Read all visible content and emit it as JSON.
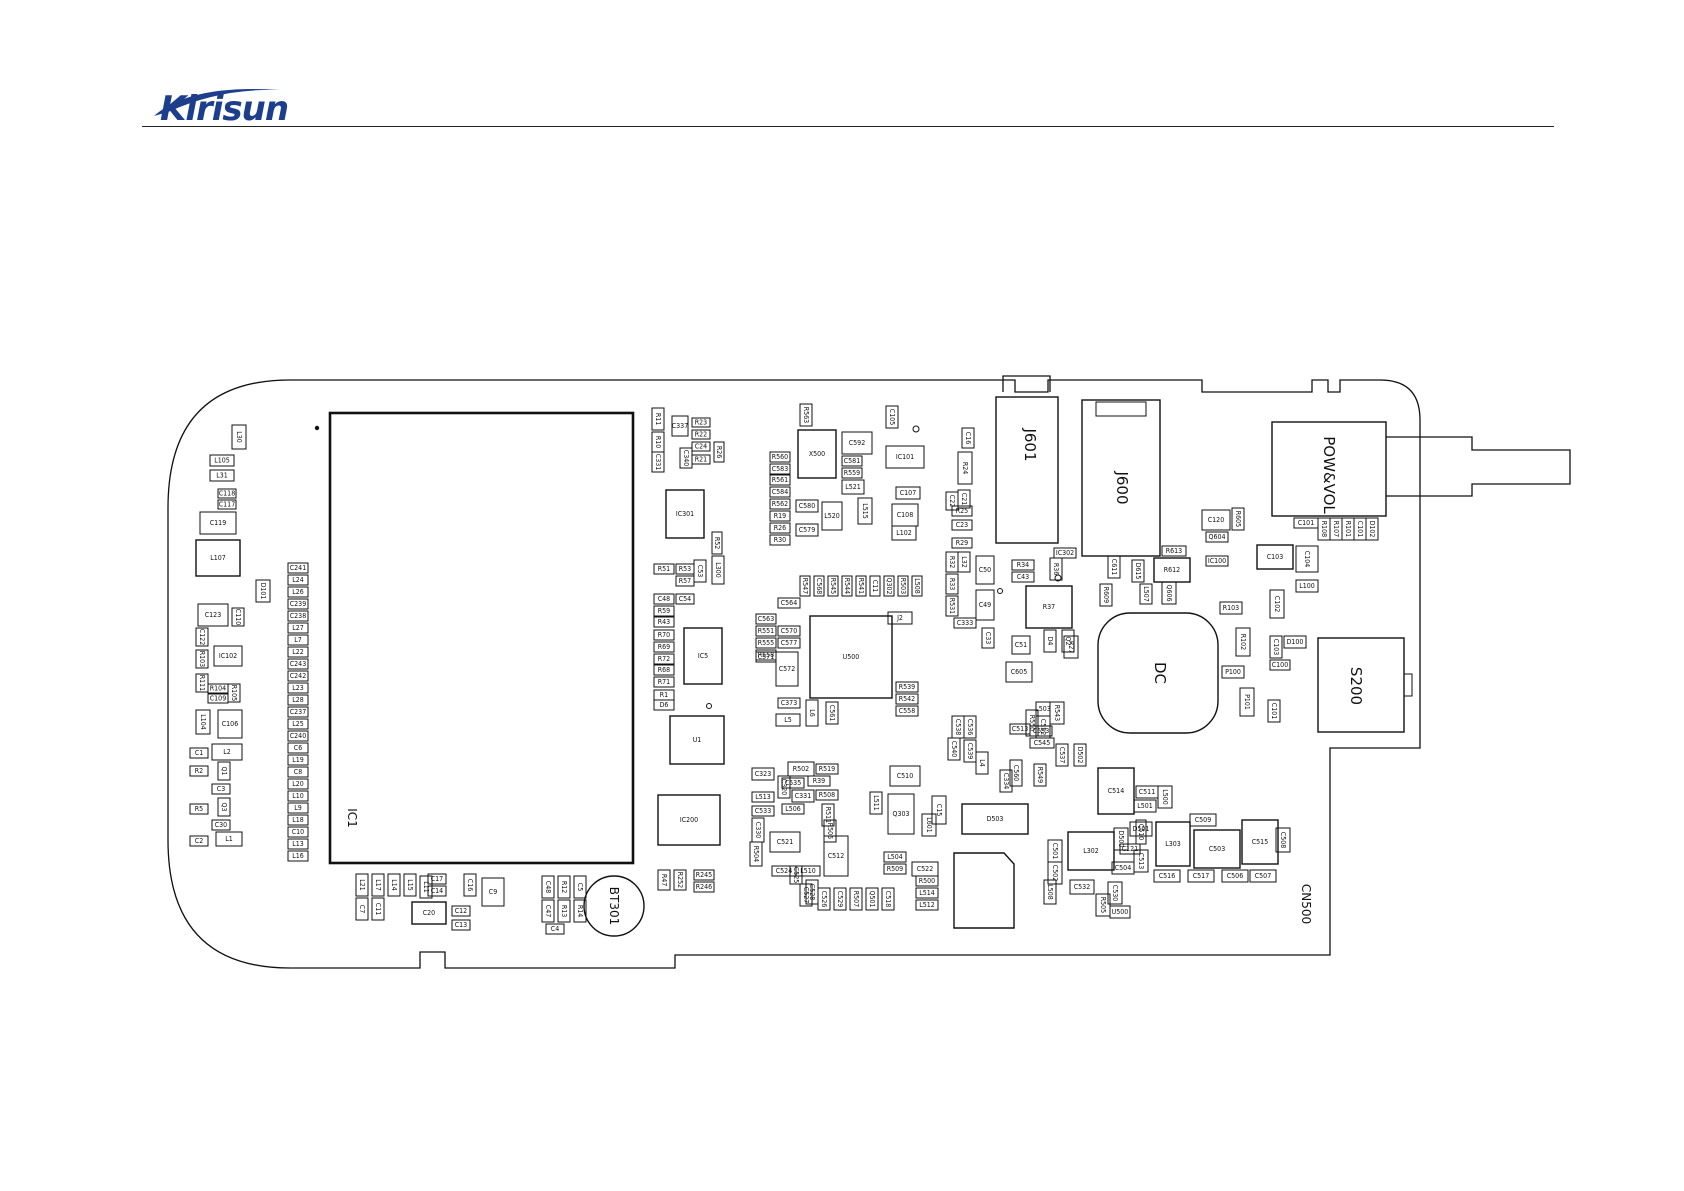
{
  "header": {
    "brand": "Kirisun"
  },
  "board": {
    "main_labels": {
      "ic1": "IC1",
      "bt301": "BT301",
      "j601": "J601",
      "j600": "J600",
      "dc": "DC",
      "pow_vol": "POW&VOL",
      "s200": "S200",
      "cn500": "CN500"
    },
    "components": [
      {
        "t": "L30"
      },
      {
        "t": "L105"
      },
      {
        "t": "L31"
      },
      {
        "t": "C118"
      },
      {
        "t": "C117"
      },
      {
        "t": "C119"
      },
      {
        "t": "L107"
      },
      {
        "t": "D101"
      },
      {
        "t": "C123"
      },
      {
        "t": "C110"
      },
      {
        "t": "C122"
      },
      {
        "t": "IC102"
      },
      {
        "t": "R103"
      },
      {
        "t": "R111"
      },
      {
        "t": "R104"
      },
      {
        "t": "C109"
      },
      {
        "t": "R105"
      },
      {
        "t": "L104"
      },
      {
        "t": "C106"
      },
      {
        "t": "C1"
      },
      {
        "t": "L2"
      },
      {
        "t": "R2"
      },
      {
        "t": "Q1"
      },
      {
        "t": "C3"
      },
      {
        "t": "R5"
      },
      {
        "t": "Q3"
      },
      {
        "t": "C30"
      },
      {
        "t": "C2"
      },
      {
        "t": "L1"
      },
      {
        "t": "C241"
      },
      {
        "t": "L24"
      },
      {
        "t": "L26"
      },
      {
        "t": "C239"
      },
      {
        "t": "C238"
      },
      {
        "t": "L27"
      },
      {
        "t": "L7"
      },
      {
        "t": "L22"
      },
      {
        "t": "C243"
      },
      {
        "t": "C242"
      },
      {
        "t": "L23"
      },
      {
        "t": "L28"
      },
      {
        "t": "C237"
      },
      {
        "t": "L25"
      },
      {
        "t": "C240"
      },
      {
        "t": "C6"
      },
      {
        "t": "L19"
      },
      {
        "t": "C8"
      },
      {
        "t": "L20"
      },
      {
        "t": "L10"
      },
      {
        "t": "L9"
      },
      {
        "t": "L18"
      },
      {
        "t": "C10"
      },
      {
        "t": "L13"
      },
      {
        "t": "L16"
      },
      {
        "t": "L21"
      },
      {
        "t": "C7"
      },
      {
        "t": "L17"
      },
      {
        "t": "C11"
      },
      {
        "t": "L14"
      },
      {
        "t": "L15"
      },
      {
        "t": "C17"
      },
      {
        "t": "C14"
      },
      {
        "t": "L11"
      },
      {
        "t": "C16"
      },
      {
        "t": "C20"
      },
      {
        "t": "C12"
      },
      {
        "t": "C13"
      },
      {
        "t": "C9"
      },
      {
        "t": "C48"
      },
      {
        "t": "C47"
      },
      {
        "t": "R12"
      },
      {
        "t": "R13"
      },
      {
        "t": "C5"
      },
      {
        "t": "R14"
      },
      {
        "t": "C4"
      },
      {
        "t": "R11"
      },
      {
        "t": "C337"
      },
      {
        "t": "R23"
      },
      {
        "t": "R22"
      },
      {
        "t": "C24"
      },
      {
        "t": "R21"
      },
      {
        "t": "R26"
      },
      {
        "t": "R10"
      },
      {
        "t": "C331"
      },
      {
        "t": "C340"
      },
      {
        "t": "IC301"
      },
      {
        "t": "R52"
      },
      {
        "t": "L300"
      },
      {
        "t": "R51"
      },
      {
        "t": "R53"
      },
      {
        "t": "C53"
      },
      {
        "t": "R57"
      },
      {
        "t": "C48"
      },
      {
        "t": "C54"
      },
      {
        "t": "R59"
      },
      {
        "t": "R43"
      },
      {
        "t": "R70"
      },
      {
        "t": "R69"
      },
      {
        "t": "R72"
      },
      {
        "t": "R68"
      },
      {
        "t": "R71"
      },
      {
        "t": "R1"
      },
      {
        "t": "D6"
      },
      {
        "t": "IC5"
      },
      {
        "t": "U1"
      },
      {
        "t": "IC200"
      },
      {
        "t": "R47"
      },
      {
        "t": "R252"
      },
      {
        "t": "R245"
      },
      {
        "t": "R246"
      },
      {
        "t": "R563"
      },
      {
        "t": "X500"
      },
      {
        "t": "C592"
      },
      {
        "t": "C105"
      },
      {
        "t": "IC101"
      },
      {
        "t": "R560"
      },
      {
        "t": "C583"
      },
      {
        "t": "R561"
      },
      {
        "t": "C584"
      },
      {
        "t": "R562"
      },
      {
        "t": "R19"
      },
      {
        "t": "R26"
      },
      {
        "t": "R30"
      },
      {
        "t": "C581"
      },
      {
        "t": "R559"
      },
      {
        "t": "L521"
      },
      {
        "t": "C580"
      },
      {
        "t": "C579"
      },
      {
        "t": "L520"
      },
      {
        "t": "L515"
      },
      {
        "t": "C107"
      },
      {
        "t": "C108"
      },
      {
        "t": "L102"
      },
      {
        "t": "C564"
      },
      {
        "t": "C563"
      },
      {
        "t": "R551"
      },
      {
        "t": "R555"
      },
      {
        "t": "C570"
      },
      {
        "t": "R558"
      },
      {
        "t": "C577"
      },
      {
        "t": "C571"
      },
      {
        "t": "C572"
      },
      {
        "t": "U500"
      },
      {
        "t": "C373"
      },
      {
        "t": "L5"
      },
      {
        "t": "L6"
      },
      {
        "t": "C561"
      },
      {
        "t": "R539"
      },
      {
        "t": "R542"
      },
      {
        "t": "C558"
      },
      {
        "t": "J2"
      },
      {
        "t": "R547"
      },
      {
        "t": "C568"
      },
      {
        "t": "R545"
      },
      {
        "t": "R544"
      },
      {
        "t": "R541"
      },
      {
        "t": "C11"
      },
      {
        "t": "Q302"
      },
      {
        "t": "R503"
      },
      {
        "t": "L508"
      },
      {
        "t": "C323"
      },
      {
        "t": "C320"
      },
      {
        "t": "R502"
      },
      {
        "t": "R519"
      },
      {
        "t": "L513"
      },
      {
        "t": "C535"
      },
      {
        "t": "R39"
      },
      {
        "t": "C331"
      },
      {
        "t": "R508"
      },
      {
        "t": "C533"
      },
      {
        "t": "L506"
      },
      {
        "t": "L511"
      },
      {
        "t": "R511"
      },
      {
        "t": "Q303"
      },
      {
        "t": "R505"
      },
      {
        "t": "C330"
      },
      {
        "t": "C521"
      },
      {
        "t": "R504"
      },
      {
        "t": "C524"
      },
      {
        "t": "L510"
      },
      {
        "t": "C525"
      },
      {
        "t": "C528"
      },
      {
        "t": "C527"
      },
      {
        "t": "C526"
      },
      {
        "t": "C529"
      },
      {
        "t": "R507"
      },
      {
        "t": "Q501"
      },
      {
        "t": "C518"
      },
      {
        "t": "C512"
      },
      {
        "t": "L504"
      },
      {
        "t": "R509"
      },
      {
        "t": "C522"
      },
      {
        "t": "R500"
      },
      {
        "t": "L514"
      },
      {
        "t": "L512"
      },
      {
        "t": "C510"
      },
      {
        "t": "C15"
      },
      {
        "t": "L601"
      },
      {
        "t": "C16"
      },
      {
        "t": "R24"
      },
      {
        "t": "C21"
      },
      {
        "t": "C22"
      },
      {
        "t": "R25"
      },
      {
        "t": "C23"
      },
      {
        "t": "R29"
      },
      {
        "t": "R32"
      },
      {
        "t": "L32"
      },
      {
        "t": "R33"
      },
      {
        "t": "C50"
      },
      {
        "t": "R531"
      },
      {
        "t": "C49"
      },
      {
        "t": "C333"
      },
      {
        "t": "C33"
      },
      {
        "t": "R34"
      },
      {
        "t": "C43"
      },
      {
        "t": "IC302"
      },
      {
        "t": "R36"
      },
      {
        "t": "R37"
      },
      {
        "t": "D4"
      },
      {
        "t": "Q2"
      },
      {
        "t": "C51"
      },
      {
        "t": "R27"
      },
      {
        "t": "C605"
      },
      {
        "t": "R609"
      },
      {
        "t": "C611"
      },
      {
        "t": "D615"
      },
      {
        "t": "R612"
      },
      {
        "t": "R613"
      },
      {
        "t": "Q606"
      },
      {
        "t": "L507"
      },
      {
        "t": "D503"
      },
      {
        "t": "D502"
      },
      {
        "t": "C537"
      },
      {
        "t": "C538"
      },
      {
        "t": "C536"
      },
      {
        "t": "C540"
      },
      {
        "t": "C539"
      },
      {
        "t": "L4"
      },
      {
        "t": "C334"
      },
      {
        "t": "C560"
      },
      {
        "t": "R549"
      },
      {
        "t": "R550"
      },
      {
        "t": "C545"
      },
      {
        "t": "C553"
      },
      {
        "t": "C552"
      },
      {
        "t": "R543"
      },
      {
        "t": "L503"
      },
      {
        "t": "C513"
      },
      {
        "t": "C514"
      },
      {
        "t": "C511"
      },
      {
        "t": "L500"
      },
      {
        "t": "L501"
      },
      {
        "t": "L302"
      },
      {
        "t": "L303"
      },
      {
        "t": "C503"
      },
      {
        "t": "C515"
      },
      {
        "t": "C509"
      },
      {
        "t": "C508"
      },
      {
        "t": "D500"
      },
      {
        "t": "D501"
      },
      {
        "t": "C510"
      },
      {
        "t": "C513"
      },
      {
        "t": "C504"
      },
      {
        "t": "C516"
      },
      {
        "t": "C517"
      },
      {
        "t": "C506"
      },
      {
        "t": "C507"
      },
      {
        "t": "C501"
      },
      {
        "t": "C502"
      },
      {
        "t": "L508"
      },
      {
        "t": "C532"
      },
      {
        "t": "C530"
      },
      {
        "t": "R505"
      },
      {
        "t": "U500"
      },
      {
        "t": "C121"
      },
      {
        "t": "C120"
      },
      {
        "t": "R605"
      },
      {
        "t": "Q604"
      },
      {
        "t": "IC100"
      },
      {
        "t": "C103"
      },
      {
        "t": "C104"
      },
      {
        "t": "L100"
      },
      {
        "t": "C102"
      },
      {
        "t": "C101"
      },
      {
        "t": "R108"
      },
      {
        "t": "R107"
      },
      {
        "t": "R101"
      },
      {
        "t": "C101"
      },
      {
        "t": "D102"
      },
      {
        "t": "R103"
      },
      {
        "t": "R102"
      },
      {
        "t": "C103"
      },
      {
        "t": "C100"
      },
      {
        "t": "D100"
      },
      {
        "t": "P100"
      },
      {
        "t": "P101"
      },
      {
        "t": "C101"
      }
    ]
  }
}
